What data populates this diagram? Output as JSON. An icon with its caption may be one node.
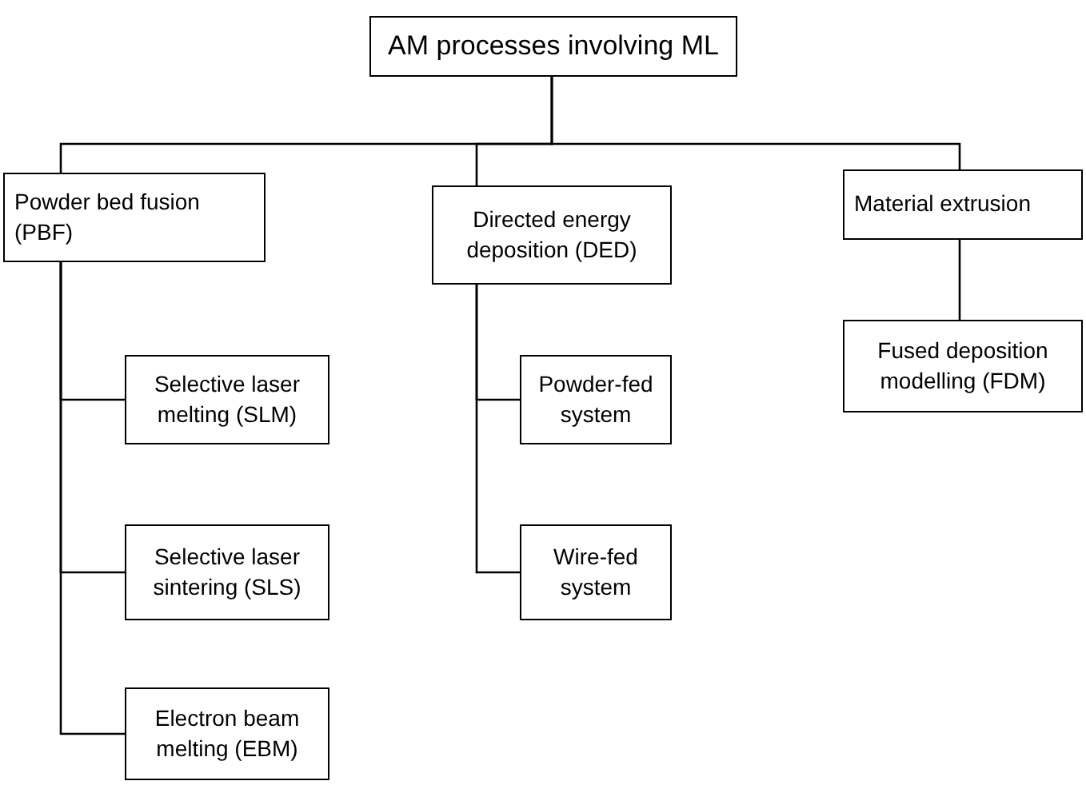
{
  "diagram": {
    "nodes": [
      {
        "text": [
          "AM processes involving ML"
        ]
      },
      {
        "text": [
          "Powder bed fusion (PBF)"
        ]
      },
      {
        "text": [
          "Selective laser melting (SLM)"
        ]
      },
      {
        "text": [
          "Selective laser sintering (SLS)"
        ]
      },
      {
        "text": [
          "Electron beam melting (EBM)"
        ]
      },
      {
        "text": [
          "Directed energy deposition (DED)"
        ]
      },
      {
        "text": [
          "Powder-fed system"
        ]
      },
      {
        "text": [
          "Wire-fed system"
        ]
      },
      {
        "text": [
          "Material extrusion"
        ]
      },
      {
        "text": [
          "Fused deposition modelling (FDM)"
        ]
      }
    ],
    "edges": [
      {
        "from": 0,
        "to": 1,
        "arrow": "none"
      },
      {
        "from": 0,
        "to": 5,
        "arrow": "none"
      },
      {
        "from": 0,
        "to": 8,
        "arrow": "none"
      },
      {
        "from": 1,
        "to": 2,
        "arrow": "none"
      },
      {
        "from": 1,
        "to": 3,
        "arrow": "none"
      },
      {
        "from": 1,
        "to": 4,
        "arrow": "none"
      },
      {
        "from": 5,
        "to": 6,
        "arrow": "none"
      },
      {
        "from": 5,
        "to": 7,
        "arrow": "none"
      },
      {
        "from": 8,
        "to": 9,
        "arrow": "none"
      }
    ]
  }
}
